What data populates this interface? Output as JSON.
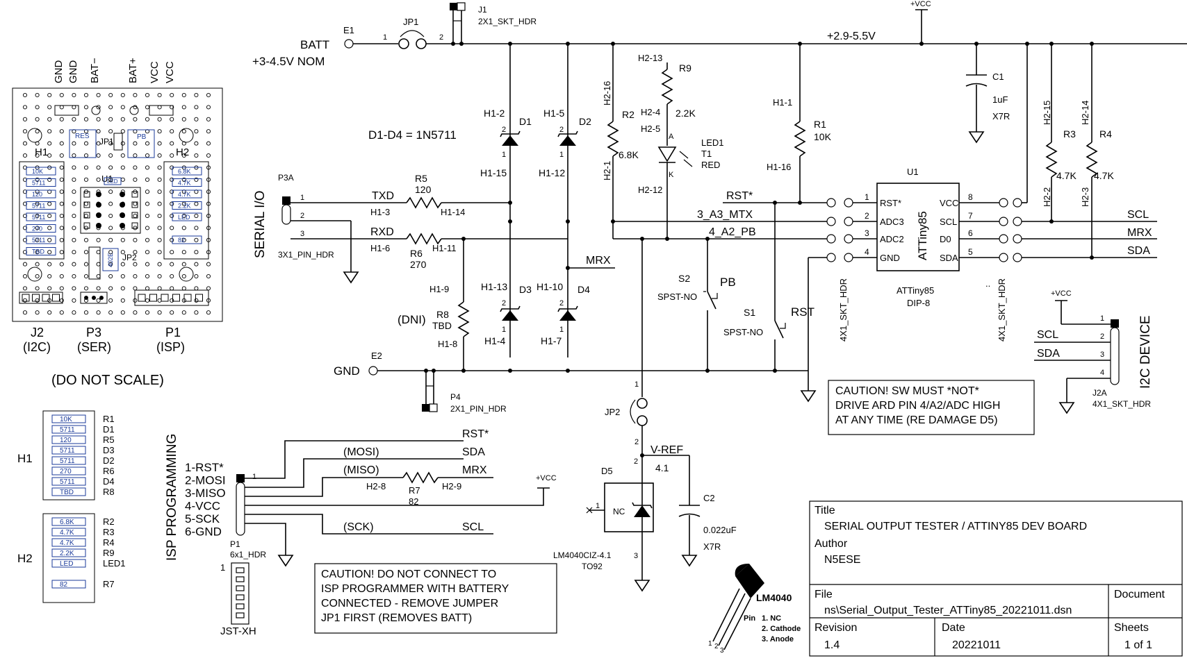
{
  "title_block": {
    "title_label": "Title",
    "title": "SERIAL OUTPUT TESTER / ATTINY85 DEV BOARD",
    "author_label": "Author",
    "author": "N5ESE",
    "file_label": "File",
    "file": "ns\\Serial_Output_Tester_ATTiny85_20221011.dsn",
    "document_label": "Document",
    "revision_label": "Revision",
    "revision": "1.4",
    "date_label": "Date",
    "date": "20221011",
    "sheets_label": "Sheets",
    "sheets": "1 of 1"
  },
  "layout_view": {
    "top_labels": [
      "GND",
      "GND",
      "BAT−",
      "BAT+",
      "VCC",
      "VCC"
    ],
    "h1": "H1",
    "h2": "H2",
    "h1_parts": [
      "10K",
      "5711",
      "120",
      "5711",
      "5711",
      "270",
      "5711",
      "TBD"
    ],
    "h2_parts": [
      "6.8K",
      "4.7K",
      "4.7K",
      "2.2K",
      "LED",
      "",
      "82"
    ],
    "res": "RES",
    "pb": "PB",
    "jp1": "JP1",
    "jp2": "JP2",
    "u1": "U1",
    "led": "LED",
    "jp2_parts": "402E",
    "connectors": [
      {
        "name": "J2",
        "sub": "(I2C)"
      },
      {
        "name": "P3",
        "sub": "(SER)"
      },
      {
        "name": "P1",
        "sub": "(ISP)"
      }
    ],
    "note": "(DO NOT SCALE)"
  },
  "header_legend": {
    "h1": "H1",
    "h1_rows": [
      {
        "part": "10K",
        "ref": "R1"
      },
      {
        "part": "5711",
        "ref": "D1"
      },
      {
        "part": "120",
        "ref": "R5"
      },
      {
        "part": "5711",
        "ref": "D3"
      },
      {
        "part": "5711",
        "ref": "D2"
      },
      {
        "part": "270",
        "ref": "R6"
      },
      {
        "part": "5711",
        "ref": "D4"
      },
      {
        "part": "TBD",
        "ref": "R8"
      }
    ],
    "h2": "H2",
    "h2_rows": [
      {
        "part": "6.8K",
        "ref": "R2"
      },
      {
        "part": "4.7K",
        "ref": "R3"
      },
      {
        "part": "4.7K",
        "ref": "R4"
      },
      {
        "part": "2.2K",
        "ref": "R9"
      },
      {
        "part": "LED",
        "ref": "LED1"
      },
      {
        "part": "",
        "ref": ""
      },
      {
        "part": "82",
        "ref": "R7"
      }
    ]
  },
  "power": {
    "batt": "BATT",
    "e1": "E1",
    "batt_nom": "+3-4.5V NOM",
    "jp1": "JP1",
    "jp1_pin1": "1",
    "jp1_pin2": "2",
    "j1": "J1",
    "j1_type": "2X1_SKT_HDR",
    "vcc_label": "+VCC",
    "rail_label": "+2.9-5.5V",
    "gnd": "GND",
    "e2": "E2",
    "p4": "P4",
    "p4_type": "2X1_PIN_HDR"
  },
  "diodes": {
    "note": "D1-D4 = 1N5711",
    "d1": {
      "ref": "D1",
      "top": "H1-2",
      "bot": "H1-15"
    },
    "d2": {
      "ref": "D2",
      "top": "H1-5",
      "bot": "H1-12"
    },
    "d3": {
      "ref": "D3",
      "top": "H1-13",
      "bot": "H1-4"
    },
    "d4": {
      "ref": "D4",
      "top": "H1-10",
      "bot": "H1-7"
    }
  },
  "resistors": {
    "r1": {
      "ref": "R1",
      "value": "10K",
      "top": "H1-1",
      "bot": "H1-16"
    },
    "r2": {
      "ref": "R2",
      "value": "6.8K",
      "top": "H2-16",
      "bot": "H2-1"
    },
    "r3": {
      "ref": "R3",
      "value": "4.7K",
      "top": "H2-15",
      "bot": "H2-2"
    },
    "r4": {
      "ref": "R4",
      "value": "4.7K",
      "top": "H2-14",
      "bot": "H2-3"
    },
    "r5": {
      "ref": "R5",
      "value": "120",
      "left": "H1-3",
      "right": "H1-14"
    },
    "r6": {
      "ref": "R6",
      "value": "270",
      "left": "H1-6",
      "right": "H1-11"
    },
    "r7": {
      "ref": "R7",
      "value": "82",
      "left": "H2-8",
      "right": "H2-9"
    },
    "r8": {
      "ref": "R8",
      "value": "TBD",
      "dni": "(DNI)",
      "top": "H1-9",
      "bot": "H1-8"
    },
    "r9": {
      "ref": "R9",
      "value": "2.2K",
      "top": "H2-13",
      "bot": "H2-4"
    }
  },
  "led": {
    "ref": "LED1",
    "t": "T1",
    "color": "RED",
    "a_pin": "H2-5",
    "k_pin": "H2-12",
    "a": "A",
    "k": "K"
  },
  "cap": {
    "c1": {
      "ref": "C1",
      "value": "1uF",
      "type": "X7R"
    },
    "c2": {
      "ref": "C2",
      "value": "0.022uF",
      "type": "X7R"
    }
  },
  "serial": {
    "title": "SERIAL I/O",
    "p3a": "P3A",
    "p3a_type": "3X1_PIN_HDR",
    "pins": [
      "1",
      "2",
      "3"
    ],
    "txd": "TXD",
    "rxd": "RXD",
    "mrx": "MRX"
  },
  "nets": {
    "rst": "RST*",
    "a3": "3_A3_MTX",
    "a2": "4_A2_PB",
    "scl": "SCL",
    "mrx": "MRX",
    "sda": "SDA"
  },
  "switches": {
    "s2": {
      "ref": "S2",
      "type": "SPST-NO",
      "name": "PB"
    },
    "s1": {
      "ref": "S1",
      "type": "SPST-NO",
      "name": "RST"
    }
  },
  "u1": {
    "ref": "U1",
    "name": "ATTiny85",
    "part": "ATTiny85",
    "pkg": "DIP-8",
    "left_pins": [
      {
        "n": "1",
        "l": "RST*"
      },
      {
        "n": "2",
        "l": "ADC3"
      },
      {
        "n": "3",
        "l": "ADC2"
      },
      {
        "n": "4",
        "l": "GND"
      }
    ],
    "right_pins": [
      {
        "n": "8",
        "l": "VCC"
      },
      {
        "n": "7",
        "l": "SCL"
      },
      {
        "n": "6",
        "l": "D0"
      },
      {
        "n": "5",
        "l": "SDA"
      }
    ],
    "left_hdr": "4X1_SKT_HDR",
    "right_hdr": "4X1_SKT_HDR",
    "dots": ".."
  },
  "caution1": [
    "CAUTION!  SW MUST *NOT*",
    "DRIVE ARD PIN 4/A2/ADC HIGH",
    "AT ANY TIME (RE DAMAGE D5)"
  ],
  "i2c": {
    "title": "I2C DEVICE",
    "vcc": "+VCC",
    "scl": "SCL",
    "sda": "SDA",
    "pins": [
      "1",
      "2",
      "3",
      "4"
    ],
    "ref": "J2A",
    "type": "4X1_SKT_HDR"
  },
  "vref": {
    "jp2": "JP2",
    "pin1": "1",
    "pin2": "2",
    "label": "V-REF",
    "volt": "4.1",
    "d5": "D5",
    "nc": "NC",
    "d5_pin1": "1",
    "d5_pin2": "2",
    "d5_pin3": "3",
    "part": "LM4040CIZ-4.1",
    "pkg": "TO92"
  },
  "isp": {
    "title": "ISP PROGRAMMING",
    "pins": [
      "1-RST*",
      "2-MOSI",
      "3-MISO",
      "4-VCC",
      "5-SCK",
      "6-GND"
    ],
    "p1": "P1",
    "p1_type": "6x1_HDR",
    "pin1": "1",
    "mosi": "(MOSI)",
    "miso": "(MISO)",
    "sck": "(SCK)",
    "rst": "RST*",
    "sda": "SDA",
    "mrx": "MRX",
    "scl": "SCL",
    "vcc": "+VCC",
    "jst_pin": "1",
    "jst": "JST-XH"
  },
  "caution2": [
    "CAUTION!  DO NOT CONNECT TO",
    "ISP PROGRAMMER WITH BATTERY",
    "CONNECTED - REMOVE JUMPER",
    "JP1  FIRST (REMOVES BATT)"
  ],
  "to92": {
    "name": "LM4040",
    "pins_title": "Pin",
    "pins": [
      "1. NC",
      "2. Cathode",
      "3. Anode"
    ],
    "nums": [
      "1",
      "2",
      "3"
    ]
  }
}
